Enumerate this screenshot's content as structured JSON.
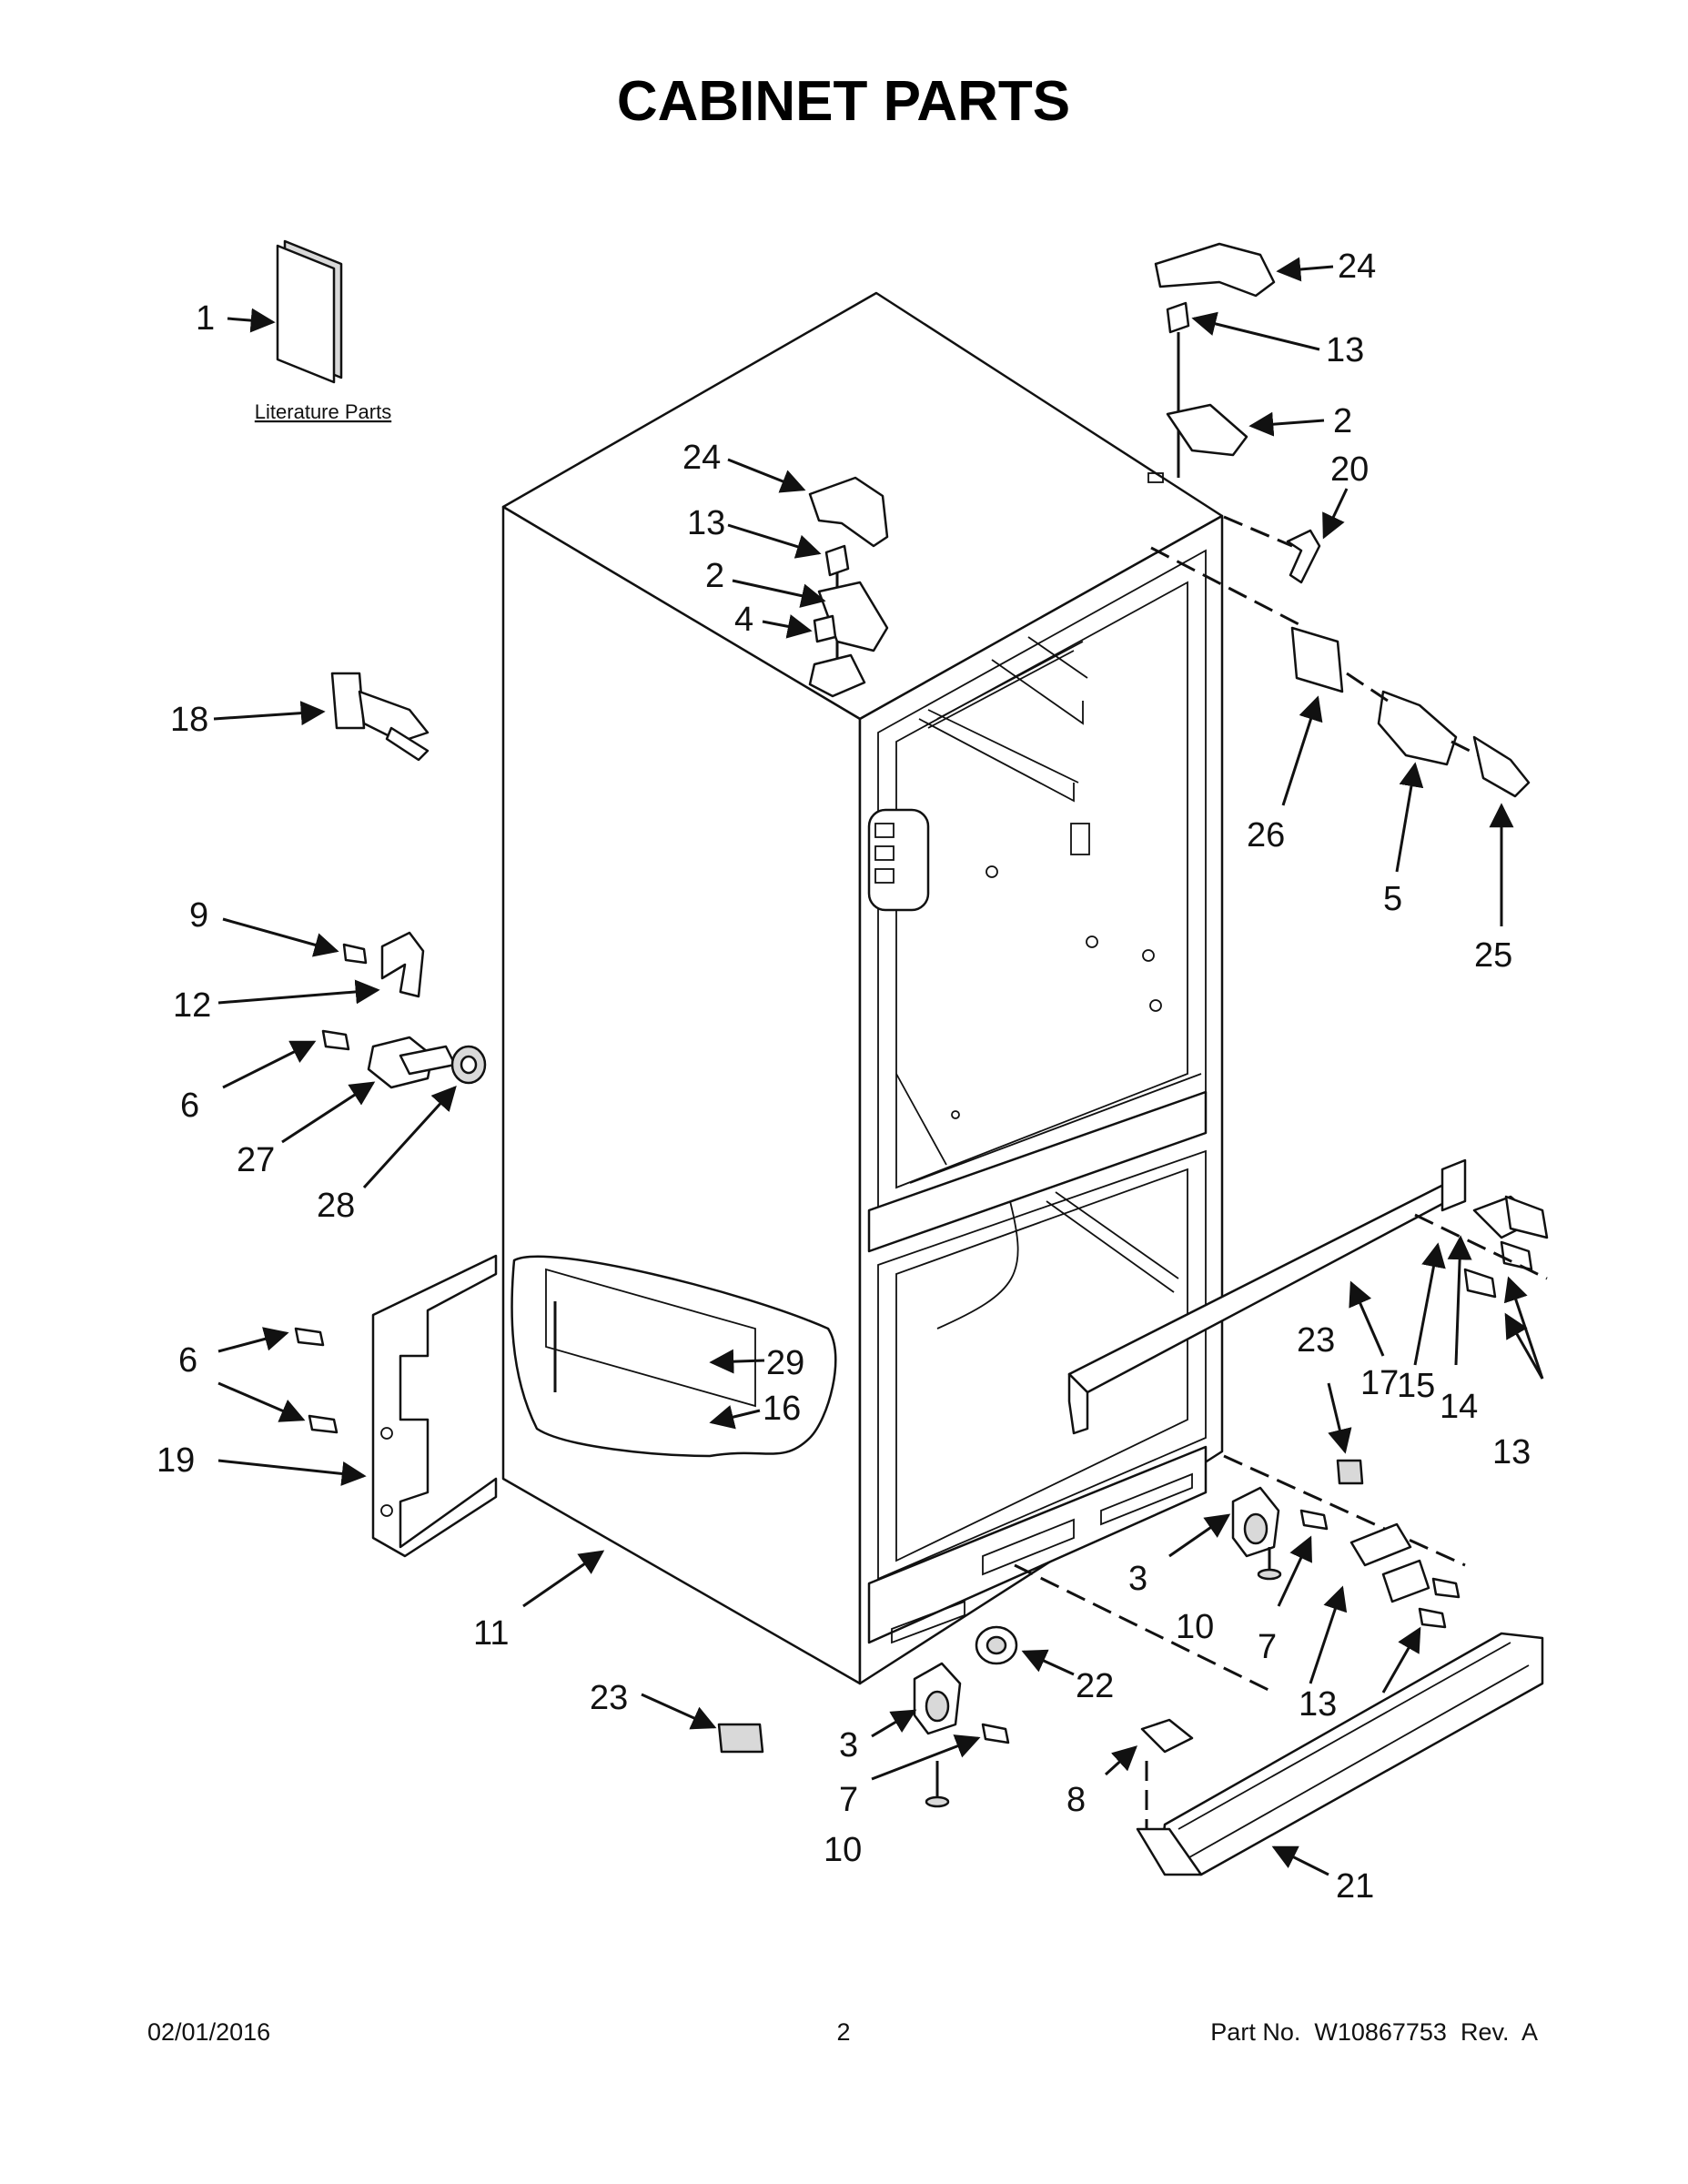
{
  "title": "CABINET PARTS",
  "literature_label": "Literature Parts",
  "callouts": {
    "c1": "1",
    "c24a": "24",
    "c13a": "13",
    "c2a": "2",
    "c20": "20",
    "c24b": "24",
    "c13b": "13",
    "c2b": "2",
    "c4": "4",
    "c18": "18",
    "c26": "26",
    "c5": "5",
    "c25": "25",
    "c9": "9",
    "c12": "12",
    "c6a": "6",
    "c27": "27",
    "c28": "28",
    "c6b": "6",
    "c19": "19",
    "c29": "29",
    "c16": "16",
    "c11": "11",
    "c23a": "23",
    "c17": "17",
    "c15": "15",
    "c14": "14",
    "c13c": "13",
    "c3a": "3",
    "c10a": "10",
    "c7a": "7",
    "c13d": "13",
    "c23b": "23",
    "c22": "22",
    "c3b": "3",
    "c7b": "7",
    "c10b": "10",
    "c8": "8",
    "c21": "21"
  },
  "footer": {
    "date": "02/01/2016",
    "page": "2",
    "part_no": "Part No.  W10867753  Rev.  A"
  }
}
